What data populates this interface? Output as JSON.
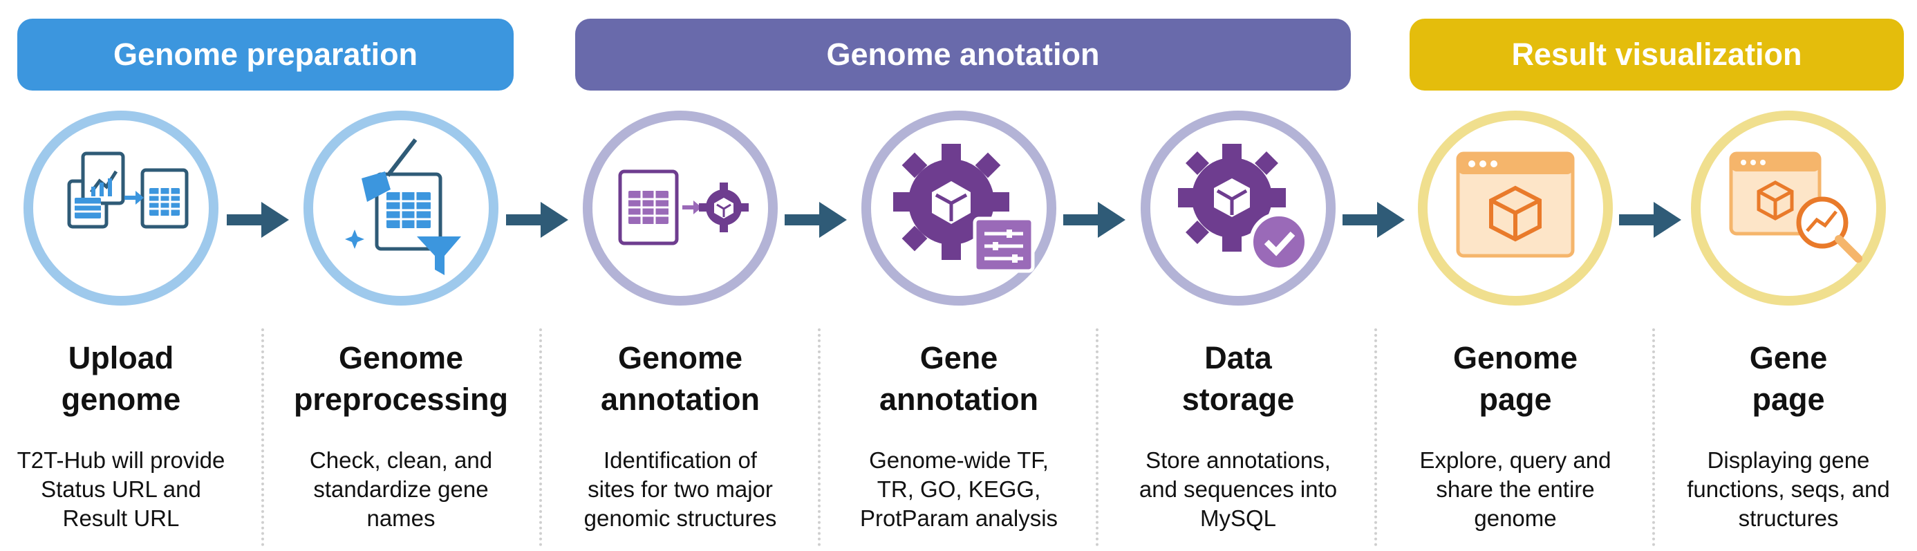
{
  "phases": {
    "preparation": "Genome preparation",
    "annotation": "Genome anotation",
    "visualization": "Result visualization"
  },
  "colors": {
    "blue": "#3c96de",
    "blue_light": "#9ec9ec",
    "purple": "#696aab",
    "purple_light": "#b3b3d6",
    "icon_purple": "#6e3d8f",
    "yellow": "#e4bd0c",
    "yellow_light": "#f0df8e",
    "orange": "#e97a2a",
    "arrow": "#2f5b77"
  },
  "steps": [
    {
      "title_line1": "Upload",
      "title_line2": "genome",
      "desc": [
        "T2T-Hub will provide",
        "Status URL and",
        "Result URL"
      ],
      "icon": "upload-files-icon"
    },
    {
      "title_line1": "Genome",
      "title_line2": "preprocessing",
      "desc": [
        "Check, clean, and",
        "standardize gene",
        "names"
      ],
      "icon": "broom-filter-icon"
    },
    {
      "title_line1": "Genome",
      "title_line2": "annotation",
      "desc": [
        "Identification of",
        "sites for two major",
        "genomic structures"
      ],
      "icon": "file-to-gear-icon"
    },
    {
      "title_line1": "Gene",
      "title_line2": "annotation",
      "desc": [
        "Genome-wide TF,",
        "TR, GO, KEGG,",
        "ProtParam analysis"
      ],
      "icon": "gear-settings-icon"
    },
    {
      "title_line1": "Data",
      "title_line2": "storage",
      "desc": [
        "Store annotations,",
        "and sequences into",
        "MySQL"
      ],
      "icon": "gear-check-icon"
    },
    {
      "title_line1": "Genome",
      "title_line2": "page",
      "desc": [
        "Explore, query and",
        "share the entire",
        "genome"
      ],
      "icon": "browser-cube-icon"
    },
    {
      "title_line1": "Gene",
      "title_line2": "page",
      "desc": [
        "Displaying gene",
        "functions, seqs, and",
        "structures"
      ],
      "icon": "browser-magnify-icon"
    }
  ]
}
